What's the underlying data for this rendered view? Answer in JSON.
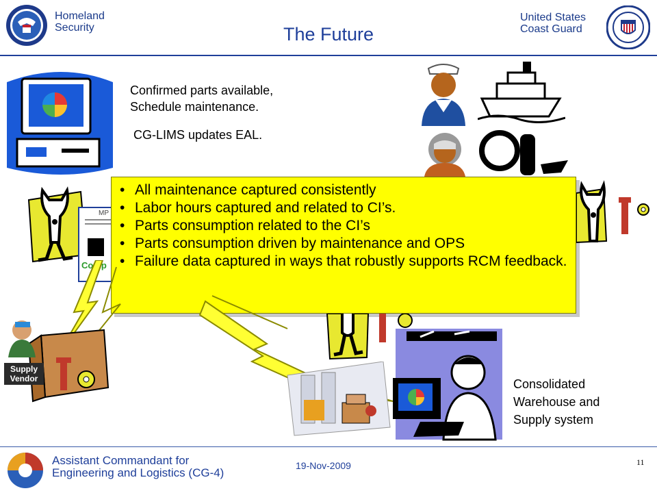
{
  "header": {
    "left_org": "Homeland\nSecurity",
    "right_org": "United States\nCoast Guard",
    "title": "The Future",
    "left_seal_icon": "dhs-seal-icon",
    "right_seal_icon": "coast-guard-seal-icon"
  },
  "body": {
    "note1_line1": "Confirmed parts available,",
    "note1_line2": "Schedule maintenance.",
    "note2": "CG-LIMS updates EAL.",
    "warehouse_line1": "Consolidated",
    "warehouse_line2": "Warehouse and",
    "warehouse_line3": "Supply system",
    "supply_vendor_1": "Supply",
    "supply_vendor_2": "Vendor",
    "mp_label": "MP",
    "comp_label": "Comp"
  },
  "callout": {
    "bullets": [
      "All maintenance captured consistently",
      "Labor hours captured and related to CI’s.",
      "Parts consumption related to the CI’s",
      "Parts consumption driven by maintenance and OPS",
      "Failure data captured in ways that robustly supports RCM feedback."
    ]
  },
  "footer": {
    "line1": "Assistant Commandant for",
    "line2": "Engineering and Logistics (CG-4)",
    "date": "19-Nov-2009",
    "page": "11"
  },
  "colors": {
    "title_blue": "#1f3f9a",
    "callout_yellow": "#ffff00",
    "lightning_yellow": "#ffff33",
    "computer_blue": "#1a5ad8"
  }
}
